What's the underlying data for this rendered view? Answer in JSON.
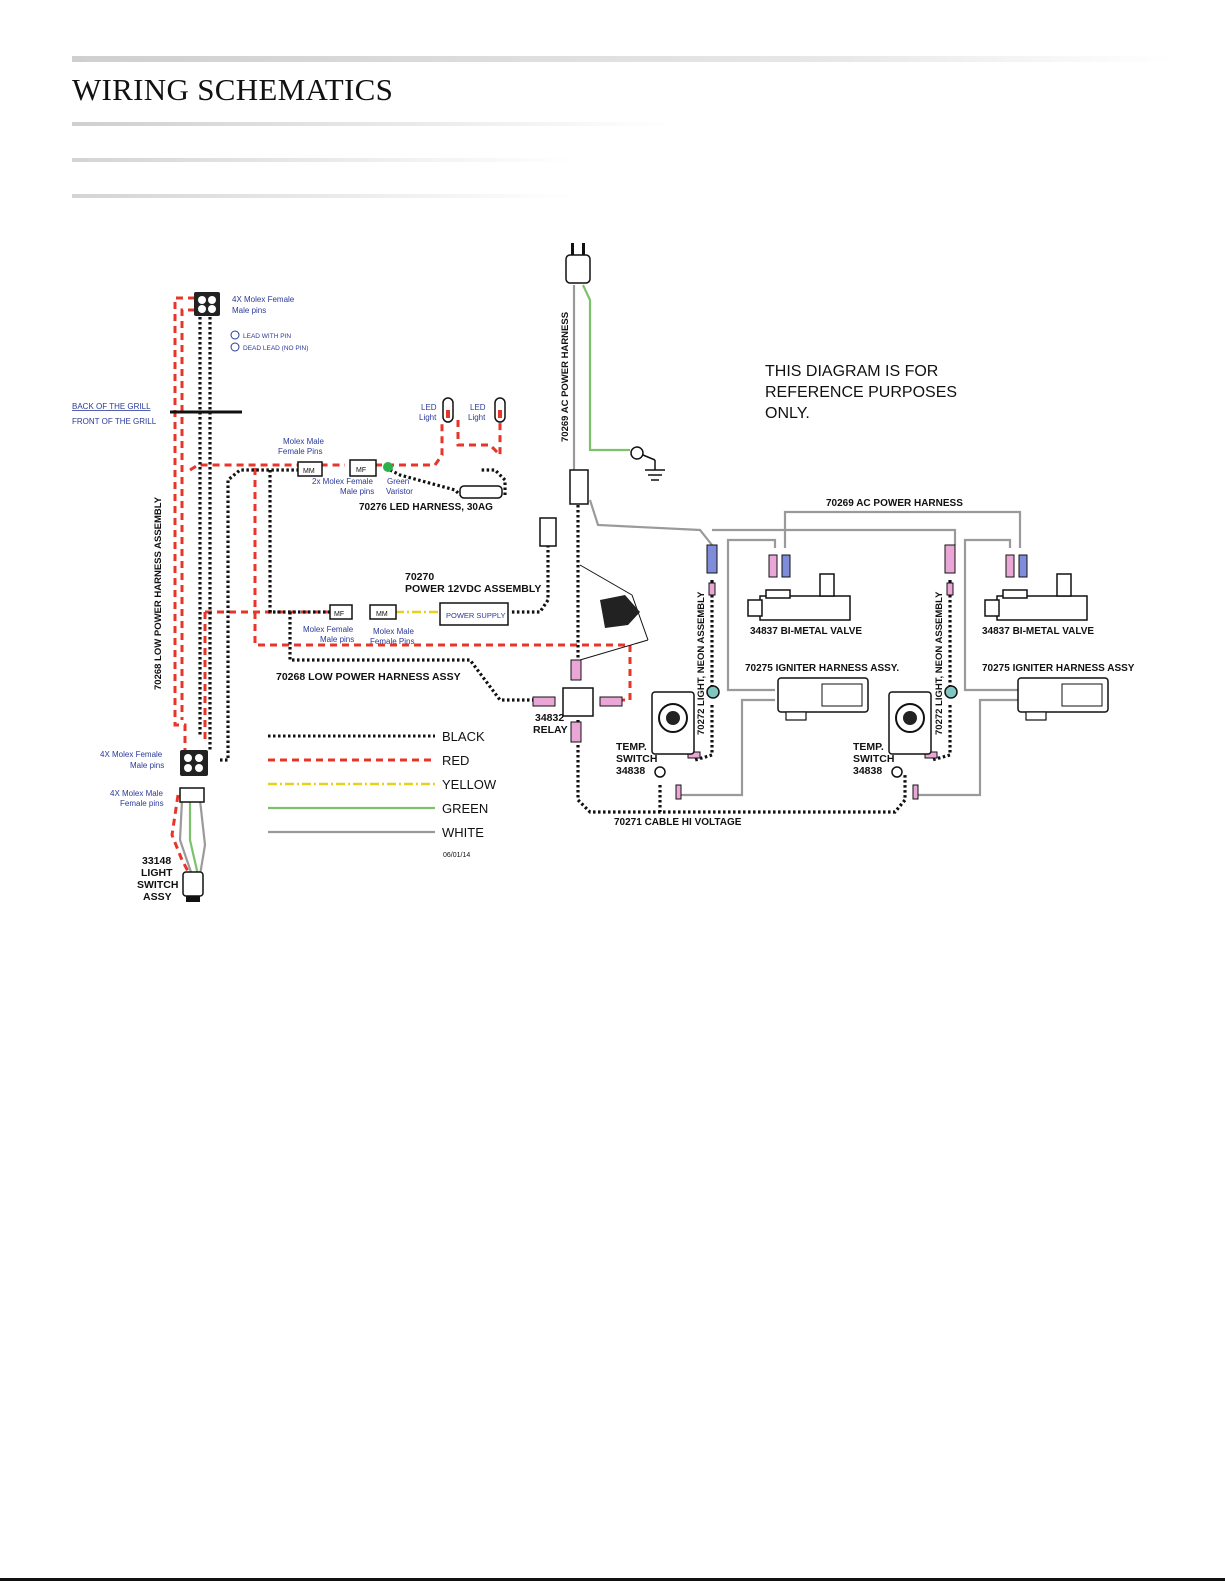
{
  "page": {
    "title": "WIRING SCHEMATICS"
  },
  "diagram": {
    "note": [
      "THIS DIAGRAM IS FOR",
      "REFERENCE PURPOSES",
      "ONLY."
    ],
    "labels": {
      "connector_top": [
        "4X Molex Female",
        "Male pins"
      ],
      "lead_with_pin": "LEAD WITH PIN",
      "dead_lead": "DEAD LEAD (NO PIN)",
      "back_of_grill": "BACK OF THE GRILL",
      "front_of_grill": "FRONT OF THE GRILL",
      "low_power_vertical": "70268 LOW POWER HARNESS ASSEMBLY",
      "led_light_1": [
        "LED",
        "Light"
      ],
      "led_light_2": [
        "LED",
        "Light"
      ],
      "molex_male_female": [
        "Molex Male",
        "Female Pins"
      ],
      "molex_2x": [
        "2x Molex Female",
        "Male pins"
      ],
      "green_varistor": [
        "Green",
        "Varistor"
      ],
      "led_harness": "70276 LED HARNESS, 30AG",
      "ac_power_vertical": "70269 AC POWER HARNESS",
      "power_assembly": [
        "70270",
        "POWER 12VDC ASSEMBLY"
      ],
      "power_supply": "POWER SUPPLY",
      "molex_female_male": [
        "Molex Female",
        "Male pins"
      ],
      "molex_male_female_pins": [
        "Molex Male",
        "Female Pins"
      ],
      "low_power_assy": "70268 LOW POWER HARNESS ASSY",
      "relay": [
        "34832",
        "RELAY"
      ],
      "ac_power_harness": "70269 AC POWER HARNESS",
      "neon_1": "70272 LIGHT, NEON ASSEMBLY",
      "neon_2": "70272 LIGHT, NEON ASSEMBLY",
      "valve_1": "34837 BI-METAL VALVE",
      "valve_2": "34837 BI-METAL VALVE",
      "igniter_1": "70275 IGNITER HARNESS ASSY.",
      "igniter_2": "70275 IGNITER HARNESS ASSY",
      "temp_switch_1": [
        "TEMP.",
        "SWITCH",
        "34838"
      ],
      "temp_switch_2": [
        "TEMP.",
        "SWITCH",
        "34838"
      ],
      "cable_hi_voltage": "70271 CABLE HI VOLTAGE",
      "connector_bottom_1": [
        "4X Molex Female",
        "Male pins"
      ],
      "connector_bottom_2": [
        "4X Molex Male",
        "Female pins"
      ],
      "light_switch": [
        "33148",
        "LIGHT",
        "SWITCH",
        "ASSY"
      ],
      "date": "06/01/14",
      "conn_mm": "MM",
      "conn_mf": "MF"
    },
    "legend": [
      {
        "label": "BLACK",
        "color": "#111111",
        "style": "dotted"
      },
      {
        "label": "RED",
        "color": "#e8352a",
        "style": "dashed"
      },
      {
        "label": "YELLOW",
        "color": "#e6d21c",
        "style": "dashdot"
      },
      {
        "label": "GREEN",
        "color": "#7cc26a",
        "style": "solid"
      },
      {
        "label": "WHITE",
        "color": "#9a9a9a",
        "style": "solid"
      }
    ],
    "colors": {
      "black": "#111111",
      "red": "#e8352a",
      "yellow": "#e6d21c",
      "green": "#7cc26a",
      "white_wire": "#9a9a9a",
      "label_blue": "#2b3a9a",
      "terminal_pink": "#e9a6d6",
      "terminal_blue": "#7f8cd9"
    }
  }
}
